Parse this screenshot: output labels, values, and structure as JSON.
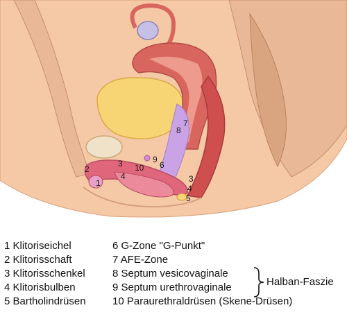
{
  "callouts": {
    "c1": "1",
    "c2": "2",
    "c3a": "3",
    "c3b": "3",
    "c4a": "4",
    "c4b": "4",
    "c5": "5",
    "c6": "6",
    "c7": "7",
    "c8": "8",
    "c9": "9",
    "c10": "10"
  },
  "legend": {
    "items": [
      "1 Klitoriseichel",
      "2 Klitorisschaft",
      "3 Klitorisschenkel",
      "4 Klitorisbulben",
      "5 Bartholindrüsen",
      "6 G-Zone \"G-Punkt\"",
      "7 AFE-Zone",
      "8 Septum vesicovaginale",
      "9 Septum urethrovaginale",
      "10 Paraurethraldrüsen (Skene-Drüsen)"
    ],
    "brace_label": "Halban-Faszie"
  },
  "colors": {
    "skin": "#f5c9a6",
    "tissue": "#e9b896",
    "pelvis_dark": "#d9a581",
    "bladder": "#f7d474",
    "uterus": "#d9655f",
    "uterus_light": "#ee9a8c",
    "vagina_zone": "#c9a3e6",
    "clitoris": "#e0667c",
    "ovary": "#c7c0e6"
  }
}
